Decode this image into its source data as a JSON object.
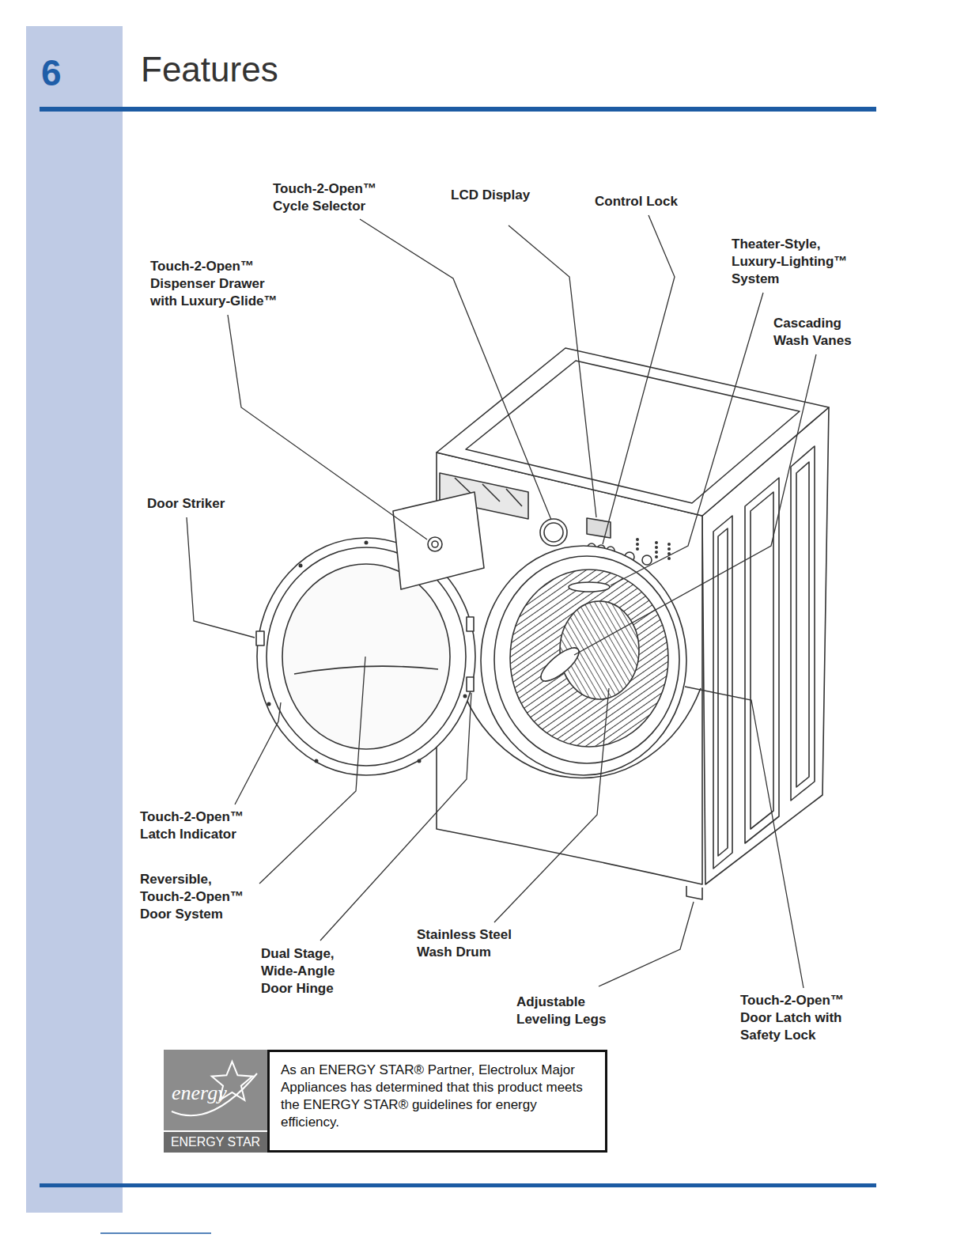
{
  "diagram": {
    "title": "Features",
    "nodes": [
      {
        "text": [
          "energy",
          "ENERGY STAR"
        ]
      },
      {
        "text": [
          "As an ENERGY STAR® Partner, Electrolux Major Appliances has determined that this product meets the ENERGY STAR® guidelines for energy efficiency."
        ]
      }
    ],
    "labels": [
      "6",
      "Touch-2-Open™ Cycle Selector",
      "LCD Display",
      "Control Lock",
      "Theater-Style, Luxury-Lighting™ System",
      "Touch-2-Open™ Dispenser Drawer with Luxury-Glide™",
      "Cascading Wash Vanes",
      "Door Striker",
      "Touch-2-Open™ Latch Indicator",
      "Reversible, Touch-2-Open™ Door System",
      "Stainless Steel Wash Drum",
      "Dual Stage, Wide-Angle Door Hinge",
      "Adjustable Leveling Legs",
      "Touch-2-Open™ Door Latch with Safety Lock"
    ]
  }
}
